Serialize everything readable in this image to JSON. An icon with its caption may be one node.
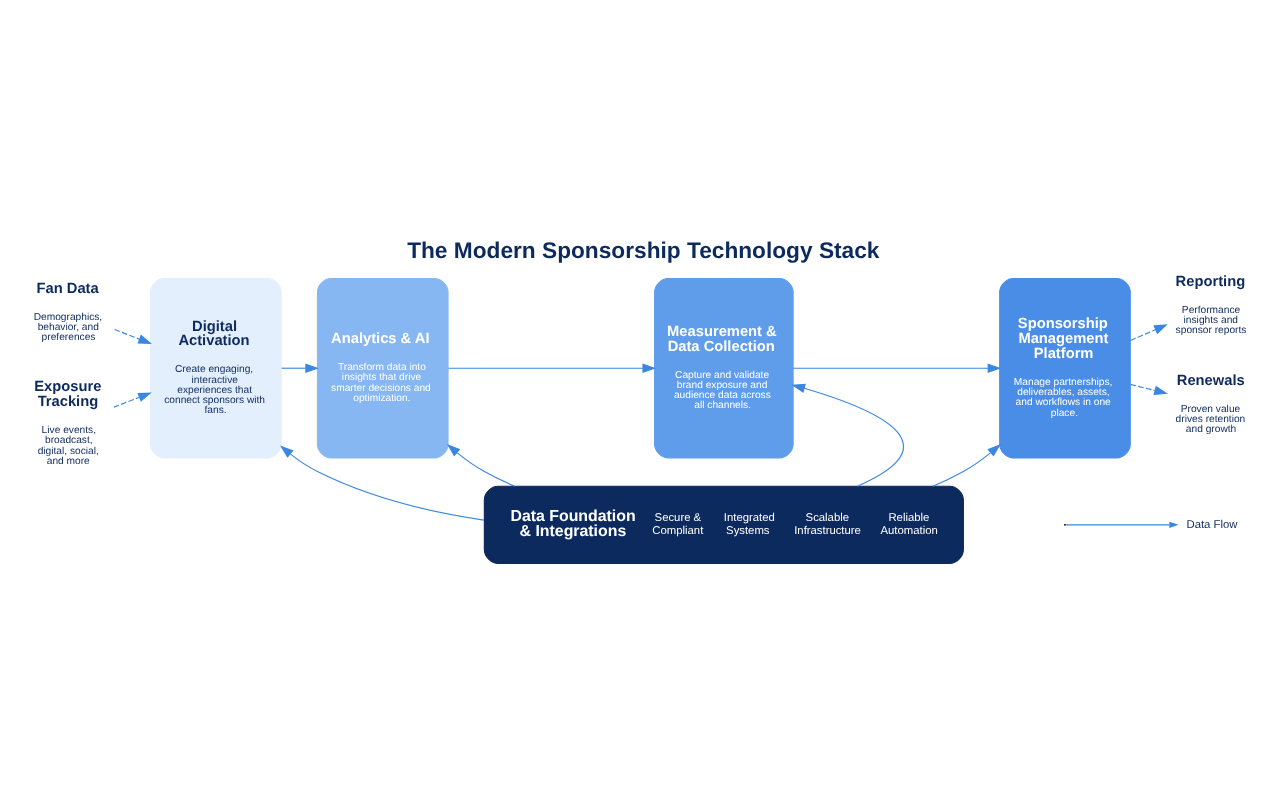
{
  "diagram": {
    "title": "The Modern Sponsorship Technology Stack",
    "nodes": [
      {
        "text": [
          "Fan Data",
          "Demographics, behavior, and preferences"
        ]
      },
      {
        "text": [
          "Exposure Tracking",
          "Live events, broadcast, digital, social, and more"
        ]
      },
      {
        "text": [
          "Digital Activation",
          "Create engaging, interactive experiences that connect sponsors with fans."
        ]
      },
      {
        "text": [
          "Analytics & AI",
          "Transform data into insights that drive smarter decisions and optimization."
        ]
      },
      {
        "text": [
          "Measurement & Data Collection",
          "Capture and validate brand exposure and audience data across all channels."
        ]
      },
      {
        "text": [
          "Sponsorship Management Platform",
          "Manage partnerships, deliverables, assets, and workflows in one place."
        ]
      },
      {
        "text": [
          "Reporting",
          "Performance insights and sponsor reports"
        ]
      },
      {
        "text": [
          "Renewals",
          "Proven value drives retention and growth"
        ]
      },
      {
        "text": [
          "Data Foundation & Integrations",
          "Secure & Compliant",
          "Integrated Systems",
          "Scalable Infrastructure",
          "Reliable Automation"
        ]
      }
    ],
    "edges": [
      {
        "from": 0,
        "to": 2,
        "arrow": "to",
        "style": "dashed"
      },
      {
        "from": 1,
        "to": 2,
        "arrow": "to",
        "style": "dashed"
      },
      {
        "from": 2,
        "to": 3,
        "arrow": "to"
      },
      {
        "from": 3,
        "to": 4,
        "arrow": "to"
      },
      {
        "from": 4,
        "to": 5,
        "arrow": "to"
      },
      {
        "from": 5,
        "to": 6,
        "arrow": "to",
        "style": "dashed"
      },
      {
        "from": 5,
        "to": 7,
        "arrow": "to",
        "style": "dashed"
      },
      {
        "from": 8,
        "to": 2,
        "arrow": "to"
      },
      {
        "from": 8,
        "to": 3,
        "arrow": "to"
      },
      {
        "from": 8,
        "to": 4,
        "arrow": "to"
      },
      {
        "from": 8,
        "to": 5,
        "arrow": "to"
      }
    ],
    "legend": [
      {
        "text": "Data Flow"
      }
    ]
  }
}
